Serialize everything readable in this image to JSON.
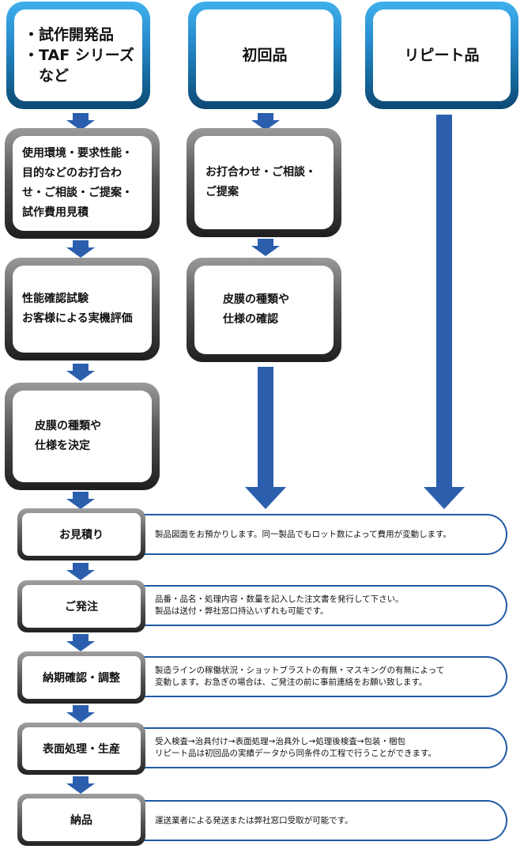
{
  "header": {
    "col1": [
      "・試作開発品",
      "・TAF シリーズ",
      "　など"
    ],
    "col2": "初回品",
    "col3": "リピート品"
  },
  "process": {
    "col1_box1": [
      "使用環境・要求性能・",
      "目的などのお打合わ",
      "せ・ご相談・ご提案・",
      "試作費用見積"
    ],
    "col1_box2": [
      "性能確認試験",
      "お客様による実機評価"
    ],
    "col1_box3": [
      "皮膜の種類や",
      "仕様を決定"
    ],
    "col2_box1": [
      "お打合わせ・ご相談・",
      "ご提案"
    ],
    "col2_box2": [
      "皮膜の種類や",
      "仕様の確認"
    ]
  },
  "steps": [
    {
      "label": "お見積り",
      "desc": [
        "製品図面をお預かりします。同一製品でもロット数によって費用が変動します。"
      ]
    },
    {
      "label": "ご発注",
      "desc": [
        "品番・品名・処理内容・数量を記入した注文書を発行して下さい。",
        "製品は送付・弊社窓口持込いずれも可能です。"
      ]
    },
    {
      "label": "納期確認・調整",
      "desc": [
        "製造ラインの稼働状況・ショットブラストの有無・マスキングの有無によって",
        "変動します。お急ぎの場合は、ご発注の前に事前連絡をお願い致します。"
      ]
    },
    {
      "label": "表面処理・生産",
      "desc": [
        "受入検査→治具付け→表面処理→治具外し→処理後検査→包装・梱包",
        "リピート品は初回品の実績データから同条件の工程で行うことができます。"
      ]
    },
    {
      "label": "納品",
      "desc": [
        "運送業者による発送または弊社窓口受取が可能です。"
      ]
    }
  ],
  "colors": {
    "arrow": "#2b5fae",
    "desc_border": "#1f5aa6",
    "header_gradient_top": "#3fb0ec",
    "header_gradient_bottom": "#0d4873"
  }
}
